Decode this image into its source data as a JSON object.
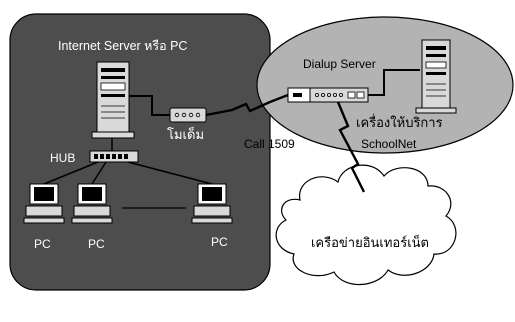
{
  "local_network": {
    "title": "Internet Server หรือ PC",
    "modem_label": "โมเด็ม",
    "hub_label": "HUB",
    "pc_labels": [
      "PC",
      "PC",
      "PC"
    ]
  },
  "connection": {
    "call_label": "Call 1509"
  },
  "provider": {
    "dialup_label": "Dialup Server",
    "server_label": "เครื่องให้บริการ",
    "network_label": "SchoolNet"
  },
  "internet": {
    "cloud_label": "เครือข่ายอินเทอร์เน็ต"
  },
  "colors": {
    "panel_fill": "#4d4d4d",
    "ellipse_fill": "#b3b3b3",
    "device_fill": "#d9d9d9",
    "line": "#000000",
    "label_on_dark": "#ffffff"
  }
}
